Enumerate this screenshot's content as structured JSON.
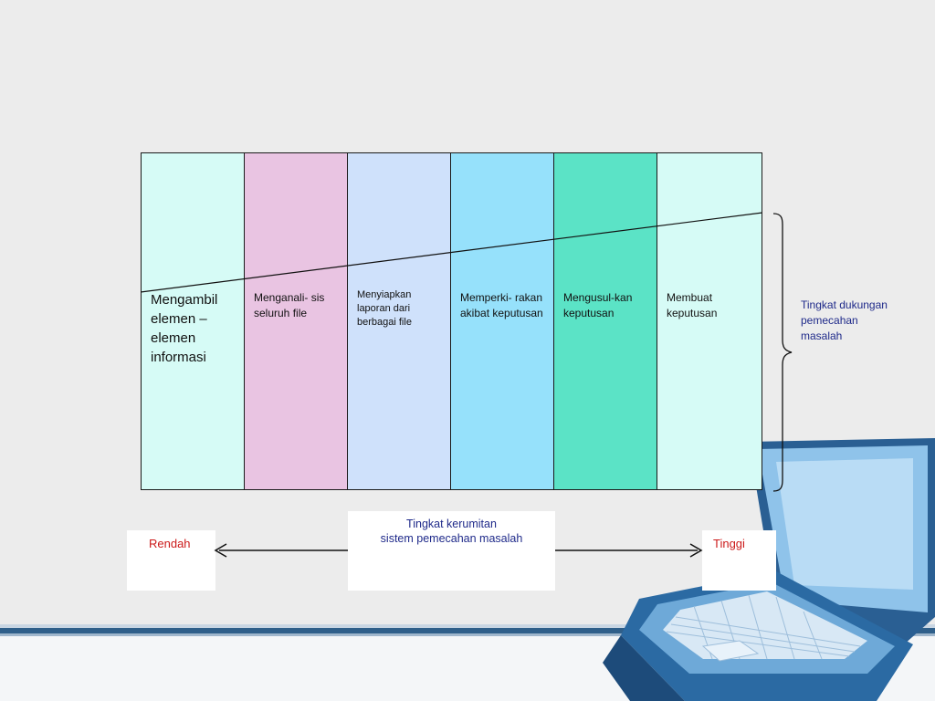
{
  "columns": [
    {
      "label": "Mengambil elemen – elemen informasi",
      "color": "#d6fbf6"
    },
    {
      "label": "Menganali- sis seluruh file",
      "color": "#e9c4e2"
    },
    {
      "label": "Menyiapkan laporan dari berbagai file",
      "color": "#cfe1fb"
    },
    {
      "label": "Memperki- rakan akibat keputusan",
      "color": "#96e1fb"
    },
    {
      "label": "Mengusul-kan keputusan",
      "color": "#5be3c6"
    },
    {
      "label": "Membuat keputusan",
      "color": "#d6fbf6"
    }
  ],
  "brace_label": "Tingkat dukungan pemecahan masalah",
  "axis": {
    "low": "Rendah",
    "title_line1": "Tingkat kerumitan",
    "title_line2": "sistem pemecahan masalah",
    "high": "Tinggi"
  },
  "colors": {
    "label_blue": "#1f2a8a",
    "label_red": "#cc1a1a"
  }
}
